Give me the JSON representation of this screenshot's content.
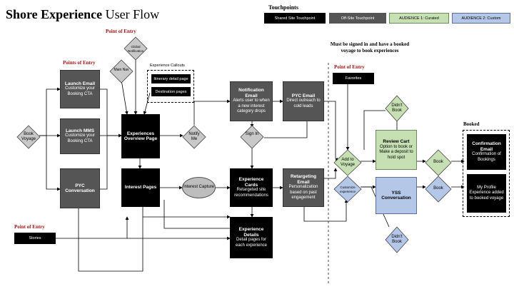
{
  "title": {
    "bold": "Shore Experience",
    "rest": "User Flow"
  },
  "legend": {
    "title": "Touchpoints",
    "items": [
      {
        "label": "Shared Site Touchpoint",
        "style": "black"
      },
      {
        "label": "Off-Site Touchpoint",
        "style": "grey"
      },
      {
        "label": "AUDIENCE 1: Curated",
        "style": "green"
      },
      {
        "label": "AUDIENCE 2: Custom",
        "style": "blue"
      }
    ]
  },
  "notes": {
    "signed_in": "Must be signed in and have a booked voyage to book experiences",
    "booked": "Booked",
    "callouts": "Experience Callouts"
  },
  "entry_labels": {
    "top": "Point of Entry",
    "left": "Points of Entry",
    "right": "Point of Entry",
    "bottom": "Point of Entry"
  },
  "nodes": {
    "book_voyage": "Book Voyage",
    "launch_email": {
      "title": "Launch Email",
      "body": "Customize your Booking CTA"
    },
    "launch_mms": {
      "title": "Launch MMS",
      "body": "Customize your Booking CTA"
    },
    "pyc_conversation": {
      "title": "PYC Conversation"
    },
    "global_notification": "Global Notification",
    "main_nav": "Main Nav",
    "itinerary_detail": "Itinerary detail page",
    "destination_pages": "Destination pages",
    "experiences_overview": {
      "title": "Experiences Overview Page"
    },
    "interest_pages": {
      "title": "Interest Pages"
    },
    "interest_capture": "Interest Capture",
    "notify_me": "Notify Me",
    "notification_email": {
      "title": "Notification Email",
      "body": "Alerts user to when a new interest category drops"
    },
    "pyc_email": {
      "title": "PYC Email",
      "body": "Direct outreach to cold leads"
    },
    "sign_in": "Sign In",
    "experience_cards": {
      "title": "Experience Cards",
      "body": "Retargeted site recommendations"
    },
    "retargeting_email": {
      "title": "Retargeting Email",
      "body": "Personalization based on past engagement"
    },
    "experience_details": {
      "title": "Experience Details",
      "body": "Detail pages for each experience"
    },
    "stories": "Stories",
    "favorites": "Favorites",
    "add_to_voyage": "Add to Voyage",
    "customize_experience": "Customize experience",
    "didnt_book_top": "Didn't Book",
    "didnt_book_bottom": "Didn't Book",
    "review_cart": {
      "title": "Review Cart",
      "body": "Option to book or Make a deposit to hold spot"
    },
    "yss_conversation": {
      "title": "YSS Conversation"
    },
    "book_green": "Book",
    "book_blue": "Book",
    "confirmation_email": {
      "title": "Confirmation Email",
      "body": "Confirmation of Bookings"
    },
    "my_profile": {
      "body": "My Profile Experience added to booked voyage"
    }
  },
  "colors": {
    "black": "#000000",
    "grey": "#555555",
    "green": "#c6e0b4",
    "blue": "#b4c7e7",
    "diamond_grey": "#c8c8c8",
    "entry_red": "#a01818"
  }
}
